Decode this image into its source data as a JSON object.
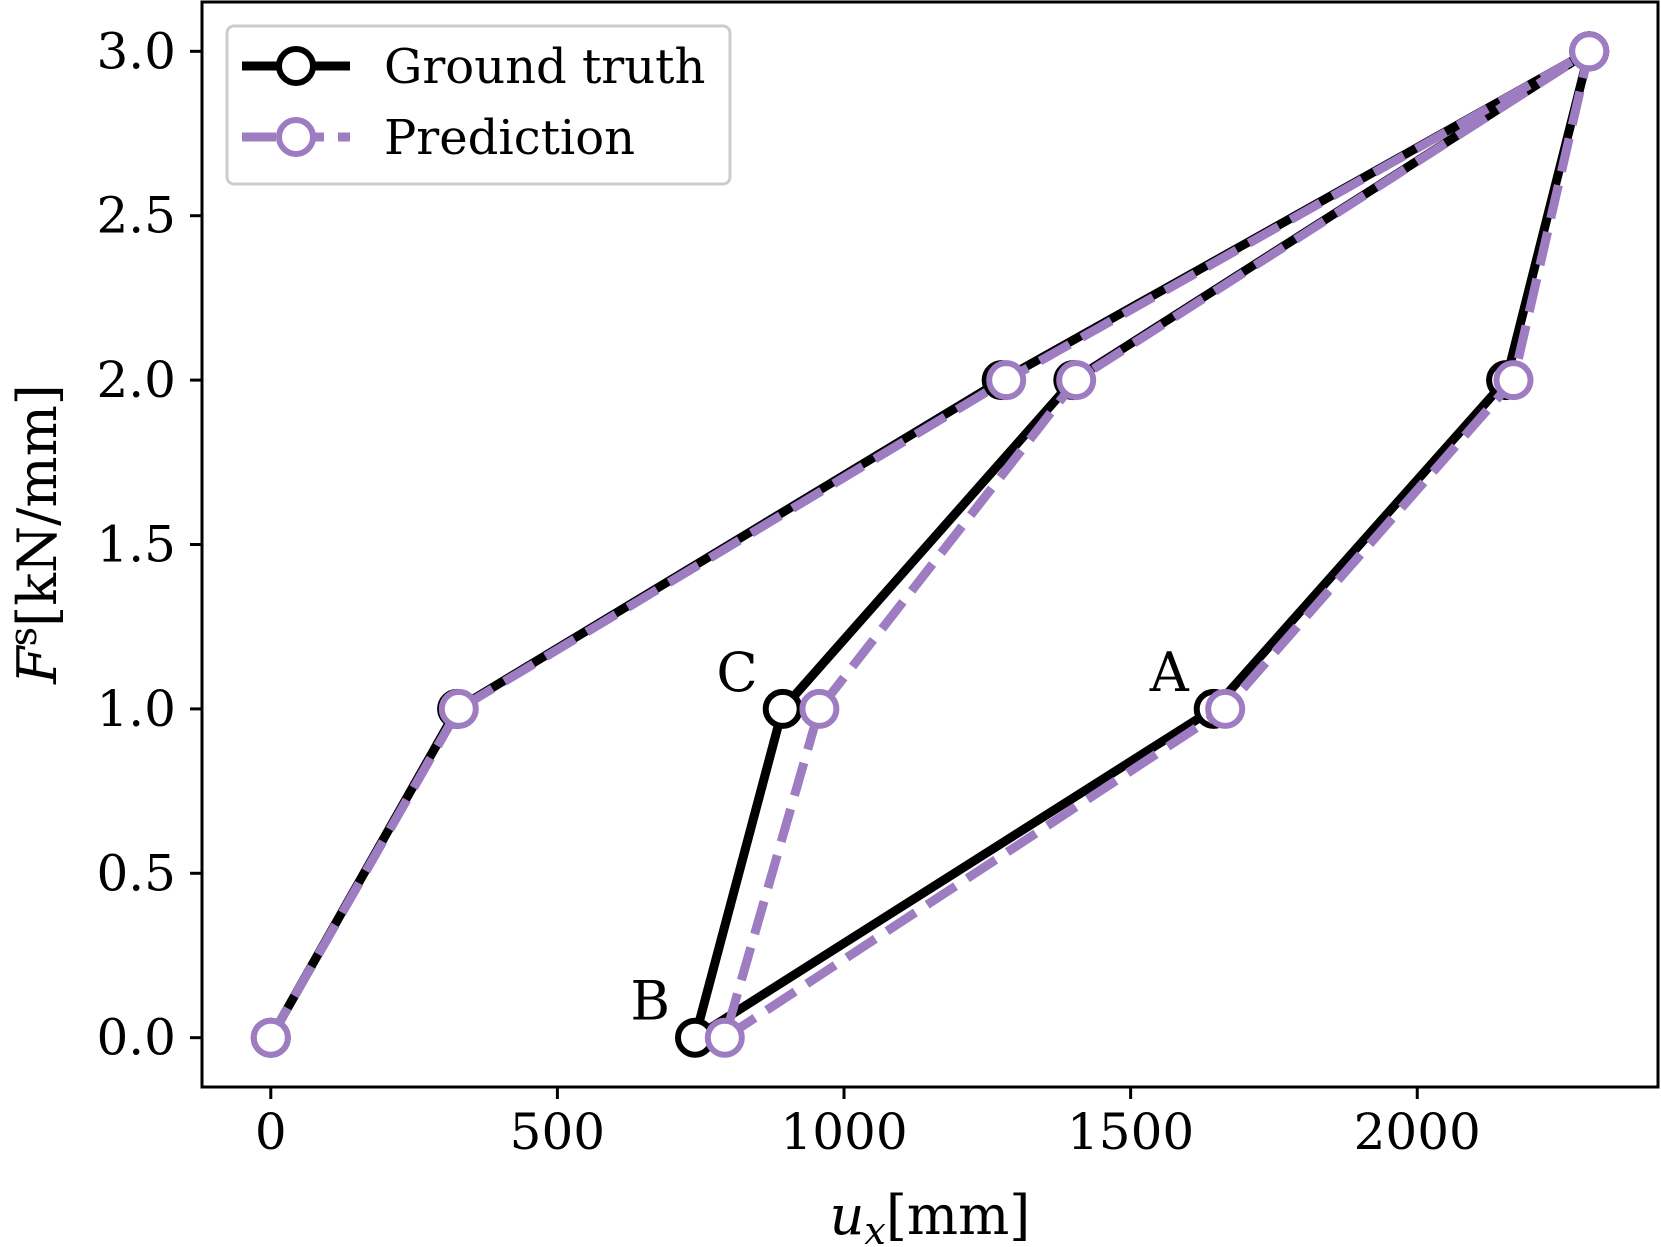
{
  "chart_data": {
    "type": "line",
    "xlabel": {
      "main": "u",
      "sub": "x",
      "unit": "[mm]"
    },
    "ylabel": {
      "main": "F",
      "sup": "s",
      "unit": "[kN/mm]"
    },
    "xlim": [
      -120,
      2420
    ],
    "ylim": [
      -0.15,
      3.15
    ],
    "xticks": [
      0,
      500,
      1000,
      1500,
      2000
    ],
    "yticks": [
      0.0,
      0.5,
      1.0,
      1.5,
      2.0,
      2.5,
      3.0
    ],
    "xtick_labels": [
      "0",
      "500",
      "1000",
      "1500",
      "2000"
    ],
    "ytick_labels": [
      "0.0",
      "0.5",
      "1.0",
      "1.5",
      "2.0",
      "2.5",
      "3.0"
    ],
    "grid": false,
    "legend_position": "top-left",
    "series": [
      {
        "name": "Ground truth",
        "color": "#000000",
        "line_style": "solid",
        "marker": "open-circle",
        "x": [
          0,
          325,
          1275,
          2300,
          2155,
          1645,
          740,
          893,
          1400,
          2300
        ],
        "y": [
          0.0,
          1.0,
          2.0,
          3.0,
          2.0,
          1.0,
          0.0,
          1.0,
          2.0,
          3.0
        ]
      },
      {
        "name": "Prediction",
        "color": "#9e7cc1",
        "line_style": "dashed",
        "marker": "open-circle",
        "x": [
          0,
          328,
          1283,
          2300,
          2168,
          1665,
          792,
          957,
          1405,
          2300
        ],
        "y": [
          0.0,
          1.0,
          2.0,
          3.0,
          2.0,
          1.0,
          0.0,
          1.0,
          2.0,
          3.0
        ]
      }
    ],
    "annotations": [
      {
        "text": "A",
        "x": 1645,
        "y": 1.0,
        "anchor": "above-left"
      },
      {
        "text": "B",
        "x": 740,
        "y": 0.0,
        "anchor": "above-left"
      },
      {
        "text": "C",
        "x": 893,
        "y": 1.0,
        "anchor": "above-left"
      }
    ]
  }
}
